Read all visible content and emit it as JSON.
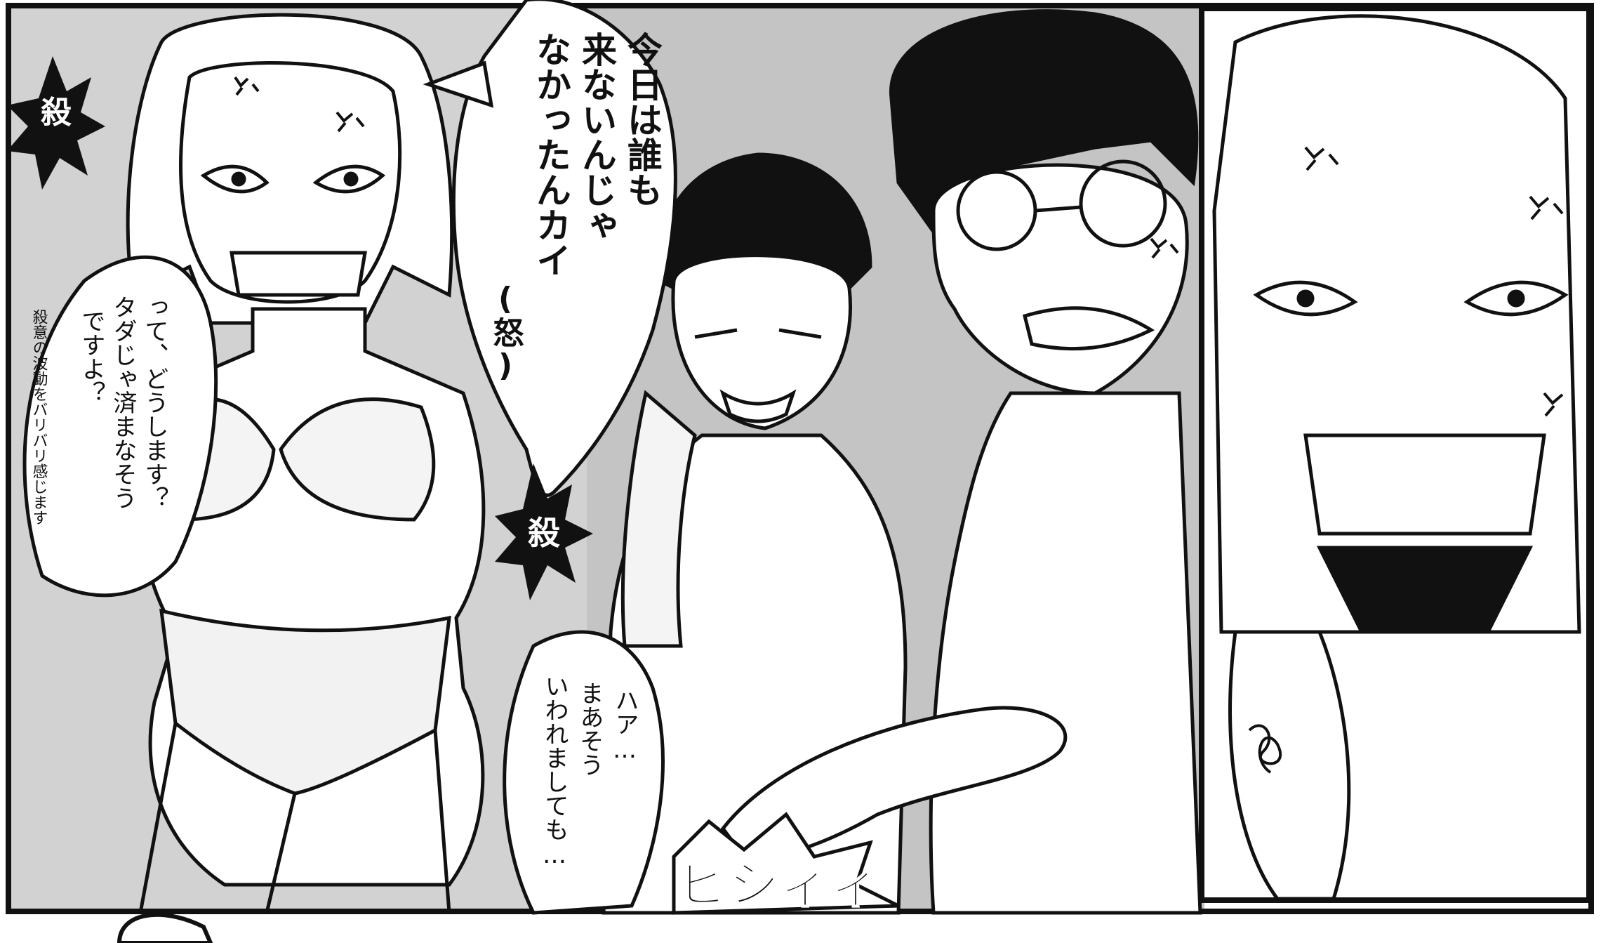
{
  "colors": {
    "ink": "#111111",
    "paper": "#ffffff",
    "screentone": "#c9c9c9",
    "screentone_dark": "#a9a9a9"
  },
  "speech": {
    "main_shout": [
      "今日は誰も",
      "来ないんじゃ",
      "なかったんカイ",
      "(怒)"
    ],
    "left_bubble": [
      "って、どうします？",
      "タダじゃ済まなそう",
      "ですよ？"
    ],
    "left_small": "殺意の波動をバリバリ感じます",
    "bottom_bubble": [
      "ハア…",
      "まあそう",
      "いわれましても…"
    ]
  },
  "sfx": {
    "kill_left": "殺",
    "kill_center": "殺",
    "poke": "ビシィィ"
  },
  "icons": {
    "anger_mark": "anger-vein-icon"
  }
}
